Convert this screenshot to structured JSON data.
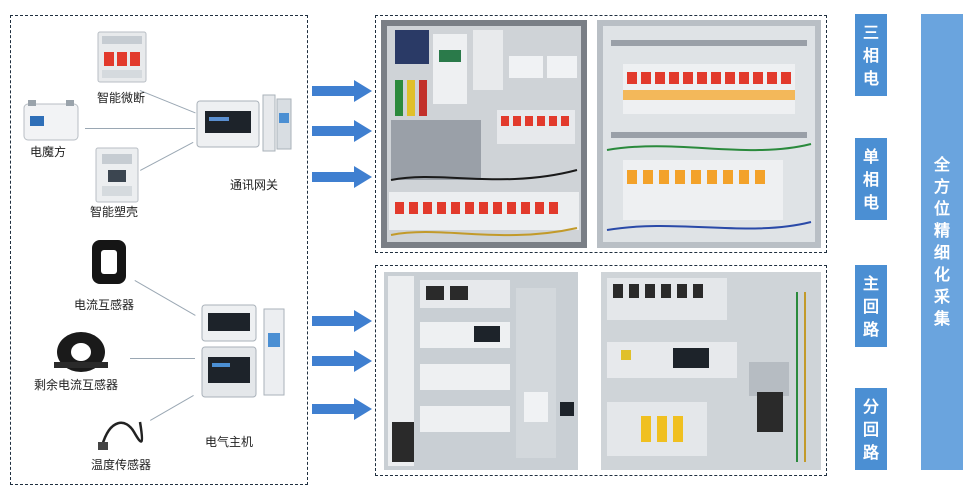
{
  "devices": {
    "smart_mcb": "智能微断",
    "power_cube": "电魔方",
    "smart_mccb": "智能塑壳",
    "gateway": "通讯网关",
    "current_transformer": "电流互感器",
    "residual_current_transformer": "剩余电流互感器",
    "temperature_sensor": "温度传感器",
    "electrical_host": "电气主机"
  },
  "tags": {
    "three_phase": [
      "三",
      "相",
      "电"
    ],
    "single_phase": [
      "单",
      "相",
      "电"
    ],
    "main_circuit": [
      "主",
      "回",
      "路"
    ],
    "branch_circuit": [
      "分",
      "回",
      "路"
    ],
    "full_collection": [
      "全",
      "方",
      "位",
      "精",
      "细",
      "化",
      "采",
      "集"
    ]
  },
  "colors": {
    "arrow": "#3f7fd0",
    "tag": "#4b8fd3",
    "big_tag": "#6aa4de",
    "breaker_red": "#e23a2c",
    "panel_grey": "#c9cfd4"
  }
}
